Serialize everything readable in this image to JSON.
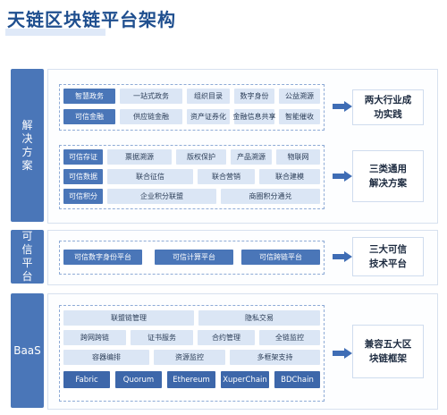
{
  "title": "天链区块链平台架构",
  "sections": {
    "solution": {
      "label": "解决方案",
      "row1": [
        "智慧政务",
        "一站式政务",
        "组织目录",
        "数字身份",
        "公益溯源",
        "可信金融",
        "供应链金融",
        "资产证券化",
        "金融信息共享",
        "智能催收"
      ],
      "row1_result": "两大行业成功实践",
      "row2": [
        "可信存证",
        "票据溯源",
        "版权保护",
        "产品溯源",
        "物联网",
        "可信数据",
        "联合征信",
        "联合营销",
        "联合建模",
        "可信积分",
        "企业积分联盟",
        "商圈积分通兑"
      ],
      "row2_result": "三类通用解决方案"
    },
    "trust": {
      "label": "可信平台",
      "items": [
        "可信数字身份平台",
        "可信计算平台",
        "可信跨链平台"
      ],
      "result": "三大可信技术平台"
    },
    "baas": {
      "label": "BaaS",
      "services": [
        "联盟链管理",
        "隐私交易",
        "跨网跨链",
        "证书服务",
        "合约管理",
        "全链监控",
        "容器编排",
        "资源监控",
        "多框架支持"
      ],
      "chains": [
        "Fabric",
        "Quorum",
        "Ethereum",
        "XuperChain",
        "BDChain"
      ],
      "result": "兼容五大区块链框架"
    }
  },
  "colors": {
    "primary": "#4a76b8",
    "light": "#dbe6f5",
    "title": "#1f4f8f"
  }
}
